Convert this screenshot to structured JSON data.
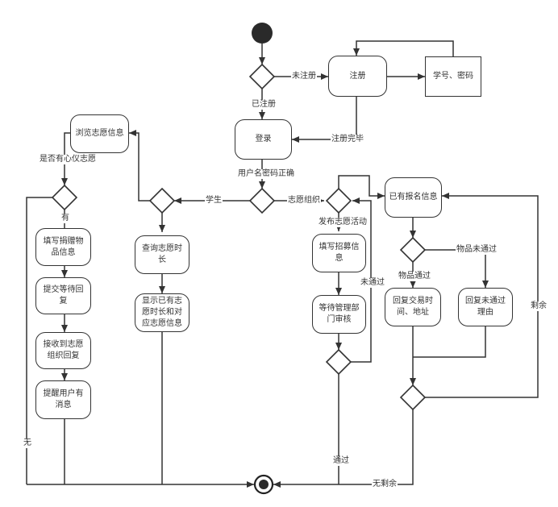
{
  "nodes": {
    "register": "注册",
    "student_id_password": "学号、密码",
    "login": "登录",
    "browse_volunteer_info": "浏览志愿信息",
    "fill_donation_info": "填写捐赠物品信息",
    "submit_wait_reply": "提交等待回复",
    "receive_org_reply": "接收到志愿组织回复",
    "remind_user_message": "提醒用户有消息",
    "query_volunteer_hours": "查询志愿时长",
    "show_hours_info": "显示已有志愿时长和对应志愿信息",
    "fill_recruit_info": "填写招募信息",
    "wait_admin_review": "等待管理部门审核",
    "existing_signup_info": "已有报名信息",
    "reply_time_address": "回复交易时间、地址",
    "reply_reject_reason": "回复未通过理由"
  },
  "labels": {
    "not_registered": "未注册",
    "registered": "已注册",
    "register_done": "注册完毕",
    "credentials_correct": "用户名密码正确",
    "student": "学生",
    "volunteer_org": "志愿组织",
    "has_intent": "是否有心仪志愿",
    "yes": "有",
    "none": "无",
    "publish_activity": "发布志愿活动",
    "not_passed": "未通过",
    "passed": "通过",
    "item_passed": "物品通过",
    "item_not_passed": "物品未通过",
    "remaining": "剩余",
    "no_remaining": "无剩余"
  }
}
